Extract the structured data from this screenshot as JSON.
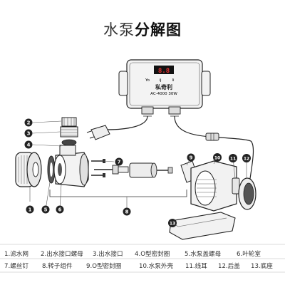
{
  "title": {
    "part1": "水泵",
    "part2": "分解图"
  },
  "controller": {
    "display": "8.8",
    "buttons": [
      "Yo",
      "ij",
      "li"
    ],
    "brand": "私奇利",
    "model": "AC-4000  30W"
  },
  "callouts": [
    "1",
    "2",
    "3",
    "4",
    "5",
    "6",
    "7",
    "8",
    "9",
    "10",
    "11",
    "12",
    "13"
  ],
  "legend": {
    "row1": [
      "1.滤水网",
      "2.出水接口螺母",
      "3.出水接口",
      "4.O型密封圈",
      "5.水泵盖螺母",
      "6.叶轮室"
    ],
    "row2": [
      "7.螺丝钉",
      "8.转子组件",
      "9.O型密封圈",
      "10.水泵外壳",
      "11.线耳",
      "12.后盖",
      "13.底座"
    ]
  }
}
